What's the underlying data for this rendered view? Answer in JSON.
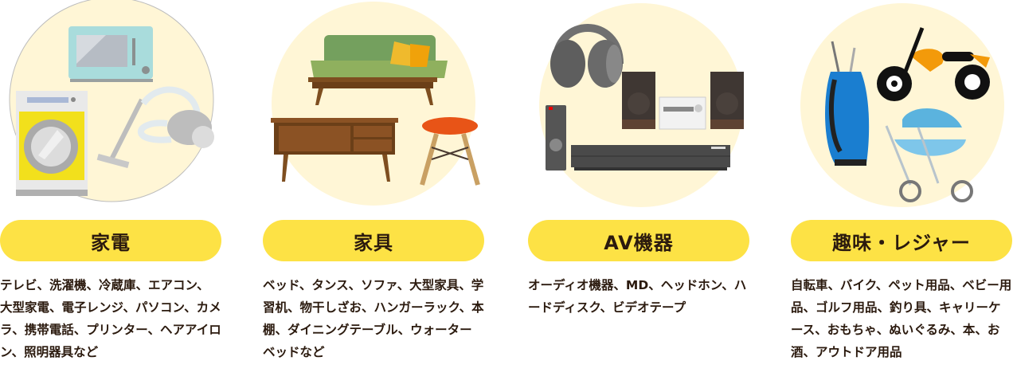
{
  "colors": {
    "pill_bg": "#fde245",
    "circle_bg": "#fff6d6",
    "text": "#2b1a0e"
  },
  "categories": [
    {
      "title": "家電",
      "icon": "home-appliances-illustration",
      "description": "テレビ、洗濯機、冷蔵庫、エアコン、大型家電、電子レンジ、パソコン、カメラ、携帯電話、プリンター、ヘアアイロン、照明器具など"
    },
    {
      "title": "家具",
      "icon": "furniture-illustration",
      "description": "ベッド、タンス、ソファ、大型家具、学習机、物干しざお、ハンガーラック、本棚、ダイニングテーブル、ウォーターベッドなど"
    },
    {
      "title": "AV機器",
      "icon": "av-equipment-illustration",
      "description": "オーディオ機器、MD、ヘッドホン、ハードディスク、ビデオテープ"
    },
    {
      "title": "趣味・レジャー",
      "icon": "hobby-leisure-illustration",
      "description": "自転車、バイク、ペット用品、ベビー用品、ゴルフ用品、釣り具、キャリーケース、おもちゃ、ぬいぐるみ、本、お酒、アウトドア用品"
    }
  ]
}
